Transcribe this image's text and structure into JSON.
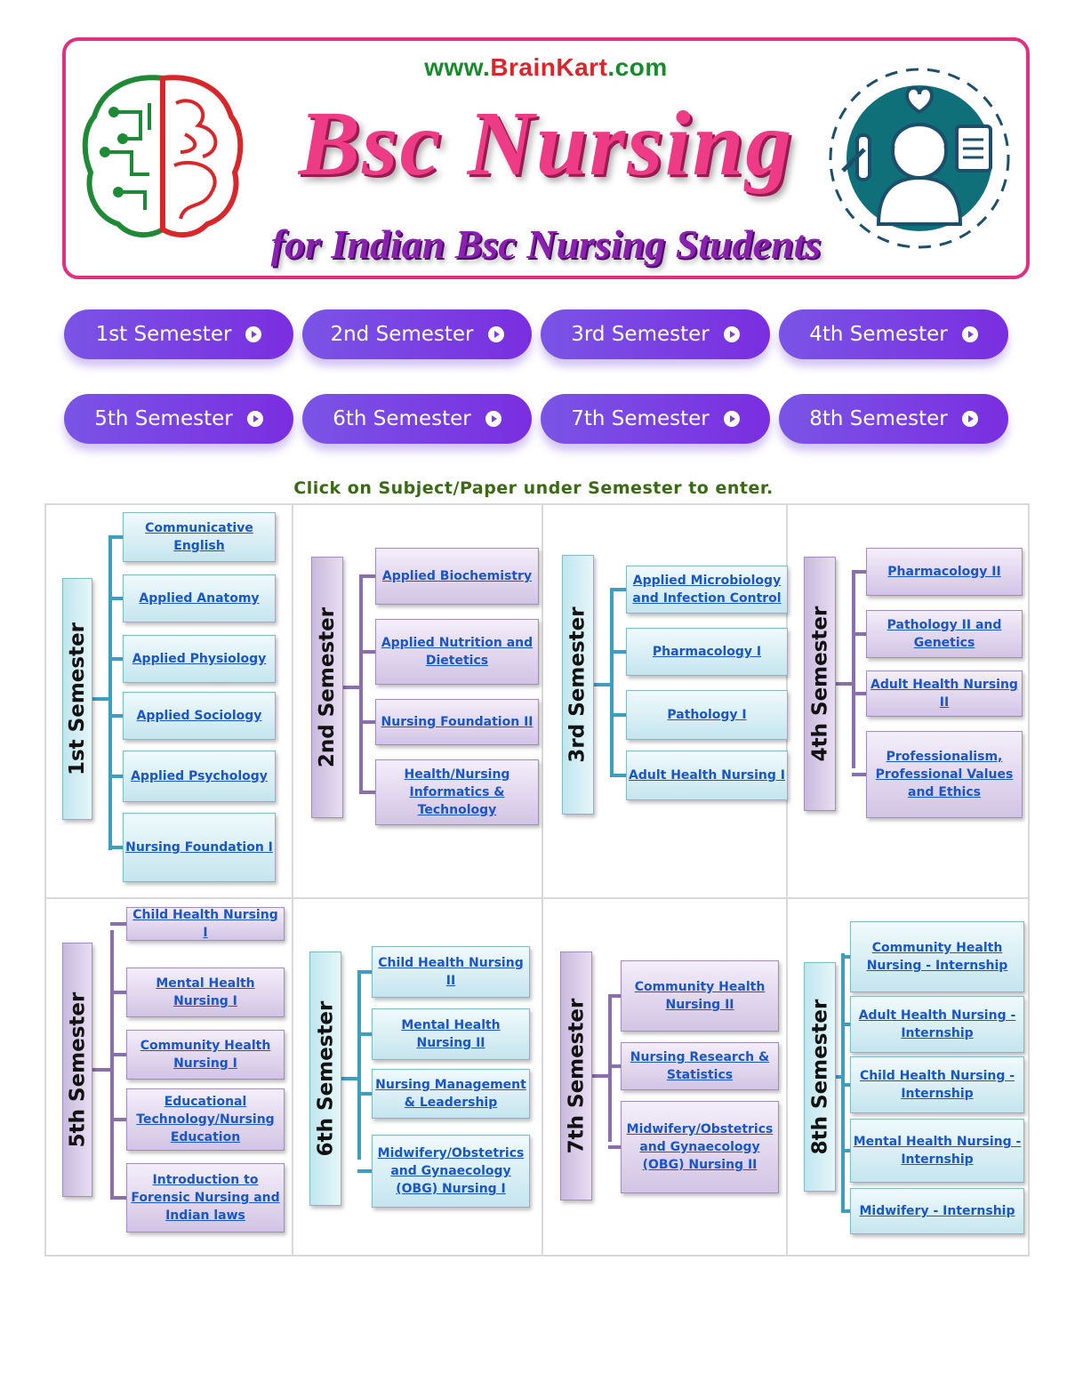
{
  "banner": {
    "url_prefix": "www.",
    "url_brand": "BrainKart",
    "url_suffix": ".com",
    "title": "Bsc Nursing",
    "subtitle": "for Indian Bsc Nursing Students"
  },
  "nav": [
    "1st Semester",
    "2nd Semester",
    "3rd Semester",
    "4th Semester",
    "5th Semester",
    "6th Semester",
    "7th Semester",
    "8th Semester"
  ],
  "instruction": "Click on Subject/Paper under Semester to enter.",
  "semesters": [
    {
      "label": "1st Semester",
      "subjects": [
        "Communicative English",
        "Applied Anatomy",
        "Applied Physiology",
        "Applied Sociology",
        "Applied Psychology",
        "Nursing Foundation I"
      ]
    },
    {
      "label": "2nd Semester",
      "subjects": [
        "Applied Biochemistry",
        "Applied Nutrition and Dietetics",
        "Nursing Foundation II",
        "Health/Nursing Informatics & Technology"
      ]
    },
    {
      "label": "3rd Semester",
      "subjects": [
        "Applied Microbiology and Infection Control",
        "Pharmacology I",
        "Pathology I",
        "Adult Health Nursing I"
      ]
    },
    {
      "label": "4th Semester",
      "subjects": [
        "Pharmacology II",
        "Pathology II and Genetics",
        "Adult Health Nursing II",
        "Professionalism, Professional Values and Ethics"
      ]
    },
    {
      "label": "5th Semester",
      "subjects": [
        "Child Health Nursing I",
        "Mental Health Nursing I",
        "Community Health Nursing I",
        "Educational Technology/Nursing Education",
        "Introduction to Forensic Nursing and Indian laws"
      ]
    },
    {
      "label": "6th Semester",
      "subjects": [
        "Child Health Nursing II",
        "Mental Health Nursing II",
        "Nursing Management & Leadership",
        "Midwifery/Obstetrics and Gynaecology (OBG) Nursing I"
      ]
    },
    {
      "label": "7th Semester",
      "subjects": [
        "Community Health Nursing II",
        "Nursing Research & Statistics",
        "Midwifery/Obstetrics and Gynaecology (OBG) Nursing II"
      ]
    },
    {
      "label": "8th Semester",
      "subjects": [
        "Community Health Nursing - Internship",
        "Adult Health Nursing - Internship",
        "Child Health Nursing - Internship",
        "Mental Health Nursing - Internship",
        "Midwifery - Internship"
      ]
    }
  ],
  "colors": {
    "banner_border": "#e0307f",
    "title": "#ee3b86",
    "subtitle": "#8a1fb0",
    "button": "#7a3ee3",
    "link": "#1a56c8",
    "instruction": "#3a6a14"
  }
}
